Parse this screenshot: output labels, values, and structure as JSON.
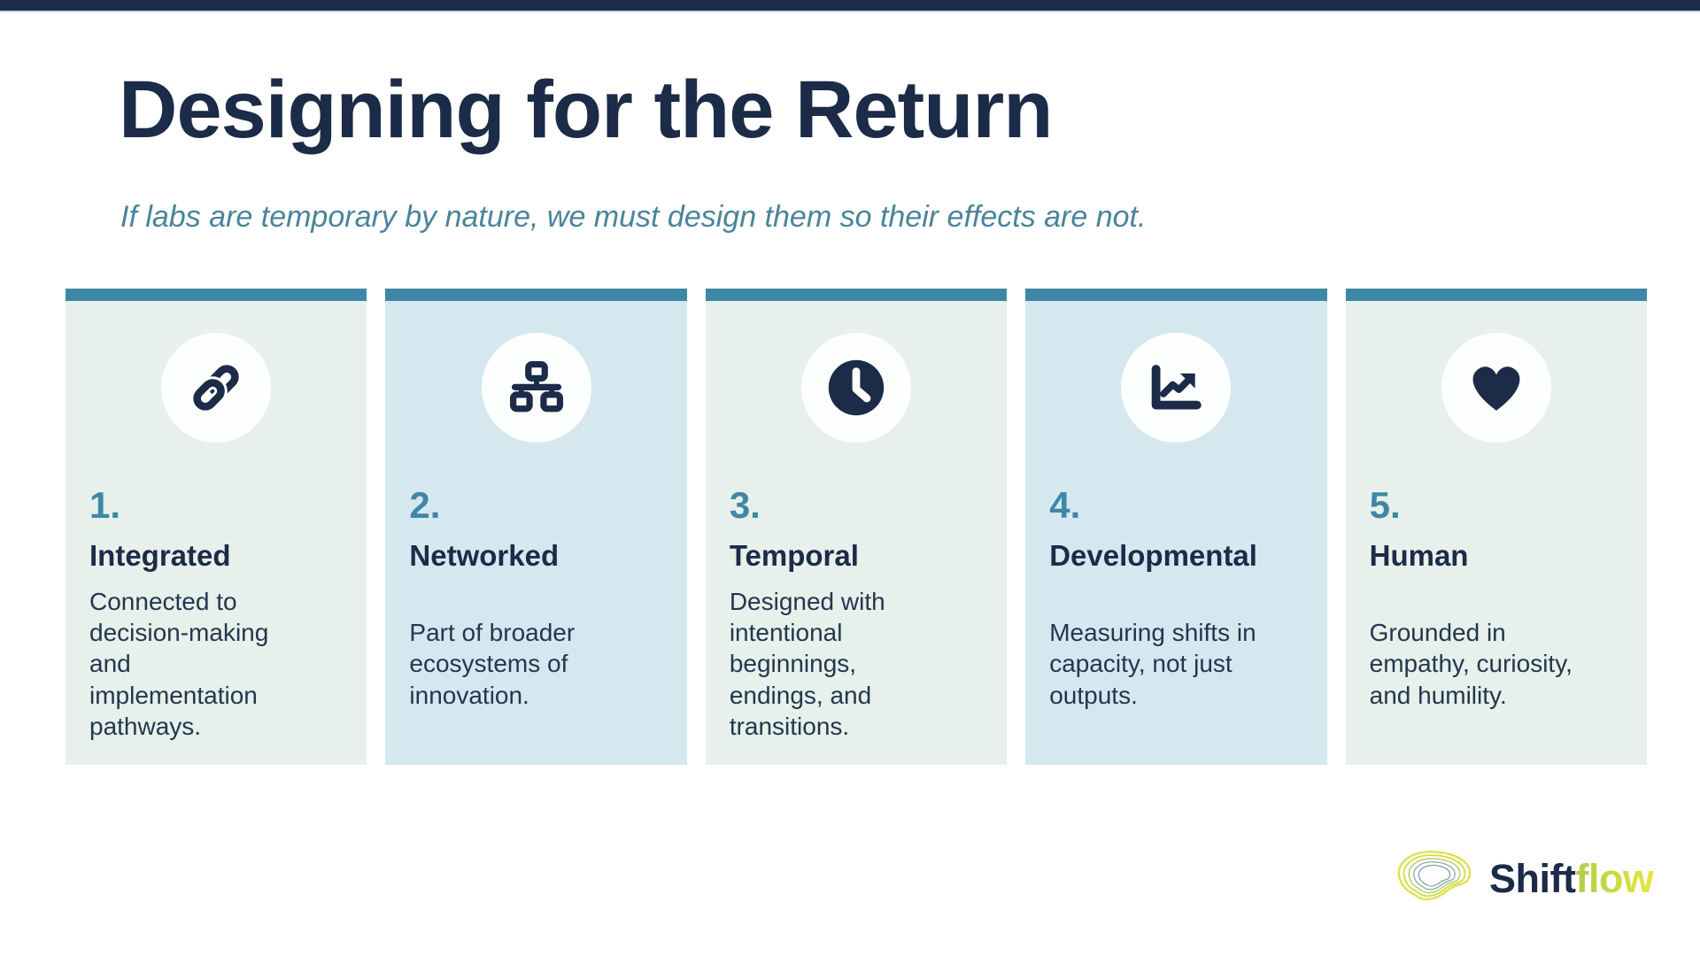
{
  "page": {
    "title": "Designing for the Return",
    "subtitle": "If labs are temporary by nature, we must design them so their effects are not."
  },
  "colors": {
    "navy": "#1b2b48",
    "teal": "#3f87a6",
    "subtitle_teal": "#4a849b",
    "card_green": "#e7f0ea",
    "card_blue": "#d5e8f0",
    "circle_white": "#fdfefe",
    "logo_gradient_start": "#aecd4e",
    "logo_gradient_end": "#e4e73a"
  },
  "cards": [
    {
      "number": "1.",
      "title": "Integrated",
      "description": "Connected to\ndecision-making\nand\nimplementation\npathways.",
      "icon": "link-icon"
    },
    {
      "number": "2.",
      "title": "Networked",
      "description": "Part of broader\necosystems of\ninnovation.",
      "icon": "network-icon"
    },
    {
      "number": "3.",
      "title": "Temporal",
      "description": "Designed with\nintentional\nbeginnings,\nendings, and\ntransitions.",
      "icon": "clock-icon"
    },
    {
      "number": "4.",
      "title": "Developmental",
      "description": "Measuring shifts in\ncapacity, not just\noutputs.",
      "icon": "chart-line-up-icon"
    },
    {
      "number": "5.",
      "title": "Human",
      "description": "Grounded in\nempathy, curiosity,\nand humility.",
      "icon": "heart-icon"
    }
  ],
  "logo": {
    "brand_dark": "Shift",
    "brand_light": "flow"
  }
}
